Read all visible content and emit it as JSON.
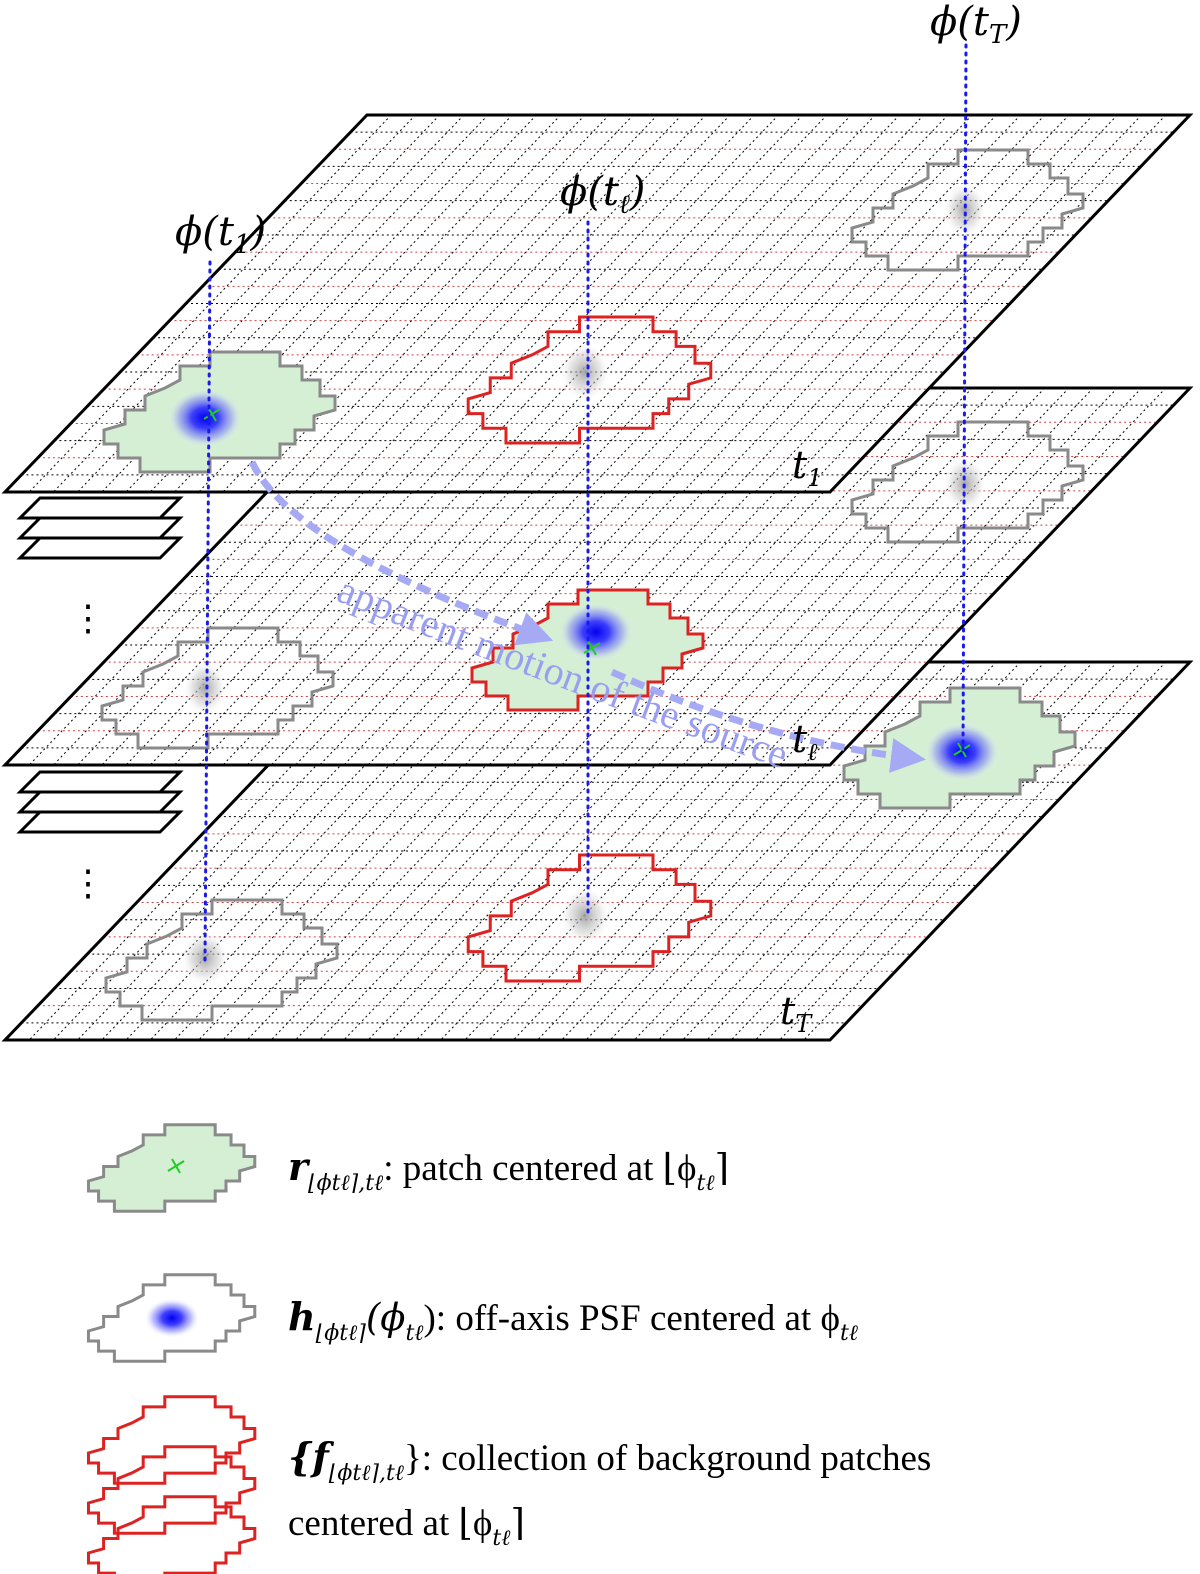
{
  "frames": [
    {
      "id": "first",
      "time_label": {
        "base": "t",
        "sub": "1"
      }
    },
    {
      "id": "middle",
      "time_label": {
        "base": "t",
        "sub": "ℓ"
      }
    },
    {
      "id": "last",
      "time_label": {
        "base": "t",
        "sub": "T"
      }
    }
  ],
  "position_labels": [
    {
      "id": "phi-t1",
      "text": "ϕ(t",
      "sub": "1",
      "close": ")"
    },
    {
      "id": "phi-tl",
      "text": "ϕ(t",
      "sub": "ℓ",
      "close": ")"
    },
    {
      "id": "phi-tT",
      "text": "ϕ(t",
      "sub": "T",
      "close": ")"
    }
  ],
  "ellipsis": "⋮",
  "motion_label": "apparent motion of the source",
  "legend": [
    {
      "id": "patch",
      "symbol": "r",
      "sub": "⌊ϕtℓ⌉,tℓ",
      "description": ": patch centered at ⌊ϕ",
      "desc_sub": "tℓ",
      "desc_end": "⌉"
    },
    {
      "id": "psf",
      "symbol": "h",
      "sub": "⌊ϕtℓ⌉",
      "description": "(ϕ",
      "desc_sub": "tℓ",
      "desc_end": "): off-axis PSF centered at ϕ",
      "desc_sub2": "tℓ"
    },
    {
      "id": "background",
      "symbol": "{f",
      "sub": "⌊ϕtℓ⌉,tℓ",
      "description": "}: collection of background patches",
      "line2": "centered at ⌊ϕ",
      "line2_sub": "tℓ",
      "line2_end": "⌉"
    }
  ],
  "colors": {
    "patch_fill": "#d4efd4",
    "patch_stroke": "#8a8a8a",
    "background_stroke": "#dd2222",
    "psf_blue": "#0a0aff",
    "psf_gray": "#bdbdbd",
    "center_mark": "#22cc22",
    "guide_line": "#1a1aee",
    "motion_arrow": "#a6aaf5",
    "grid_black": "#000000",
    "grid_red": "#cc4444"
  }
}
